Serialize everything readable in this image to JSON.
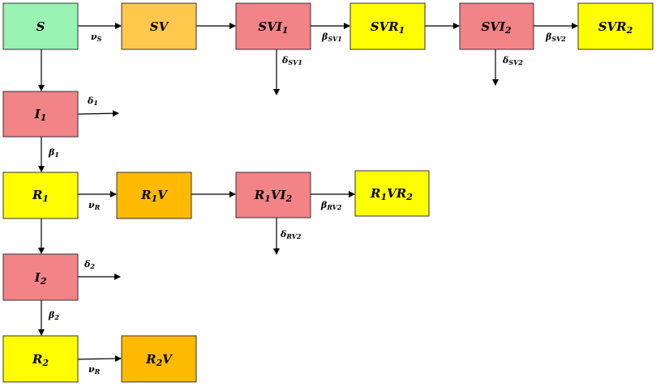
{
  "colors": {
    "green": "#99f3b3",
    "light_orange": "#fec84d",
    "pink": "#f28387",
    "yellow": "#fefe00",
    "orange": "#fdba00"
  },
  "nodes": {
    "S": {
      "base": "S",
      "sub": "",
      "tail": "",
      "color": "green"
    },
    "SV": {
      "base": "SV",
      "sub": "",
      "tail": "",
      "color": "light_orange"
    },
    "SVI1": {
      "base": "SVI",
      "sub": "1",
      "tail": "",
      "color": "pink"
    },
    "SVR1": {
      "base": "SVR",
      "sub": "1",
      "tail": "",
      "color": "yellow"
    },
    "SVI2": {
      "base": "SVI",
      "sub": "2",
      "tail": "",
      "color": "pink"
    },
    "SVR2": {
      "base": "SVR",
      "sub": "2",
      "tail": "",
      "color": "yellow"
    },
    "I1": {
      "base": "I",
      "sub": "1",
      "tail": "",
      "color": "pink"
    },
    "R1": {
      "base": "R",
      "sub": "1",
      "tail": "",
      "color": "yellow"
    },
    "R1V": {
      "base": "R",
      "sub": "1",
      "tail": "V",
      "color": "orange"
    },
    "R1VI2": {
      "base": "R",
      "sub": "1",
      "tail": "VI",
      "sub2": "2",
      "color": "pink"
    },
    "R1VR2": {
      "base": "R",
      "sub": "1",
      "tail": "VR",
      "sub2": "2",
      "color": "yellow"
    },
    "I2": {
      "base": "I",
      "sub": "2",
      "tail": "",
      "color": "pink"
    },
    "R2": {
      "base": "R",
      "sub": "2",
      "tail": "",
      "color": "yellow"
    },
    "R2V": {
      "base": "R",
      "sub": "2",
      "tail": "V",
      "color": "orange"
    }
  },
  "edges": {
    "S_SV": {
      "sym": "ν",
      "sub": "S"
    },
    "SV_SVI1": {
      "sym": "",
      "sub": ""
    },
    "SVI1_SVR1": {
      "sym": "β",
      "sub": "SV1"
    },
    "SVI1_out": {
      "sym": "δ",
      "sub": "SV1"
    },
    "SVR1_SVI2": {
      "sym": "",
      "sub": ""
    },
    "SVI2_SVR2": {
      "sym": "β",
      "sub": "SV2"
    },
    "SVI2_out": {
      "sym": "δ",
      "sub": "SV2"
    },
    "S_I1": {
      "sym": "",
      "sub": ""
    },
    "I1_out": {
      "sym": "δ",
      "sub": "1"
    },
    "I1_R1": {
      "sym": "β",
      "sub": "1"
    },
    "R1_R1V": {
      "sym": "ν",
      "sub": "R"
    },
    "R1V_R1VI2": {
      "sym": "",
      "sub": ""
    },
    "R1VI2_R1VR2": {
      "sym": "β",
      "sub": "RV2"
    },
    "R1VI2_out": {
      "sym": "δ",
      "sub": "RV2"
    },
    "R1_I2": {
      "sym": "",
      "sub": ""
    },
    "I2_out": {
      "sym": "δ",
      "sub": "2"
    },
    "I2_R2": {
      "sym": "β",
      "sub": "2"
    },
    "R2_R2V": {
      "sym": "ν",
      "sub": "R"
    }
  }
}
